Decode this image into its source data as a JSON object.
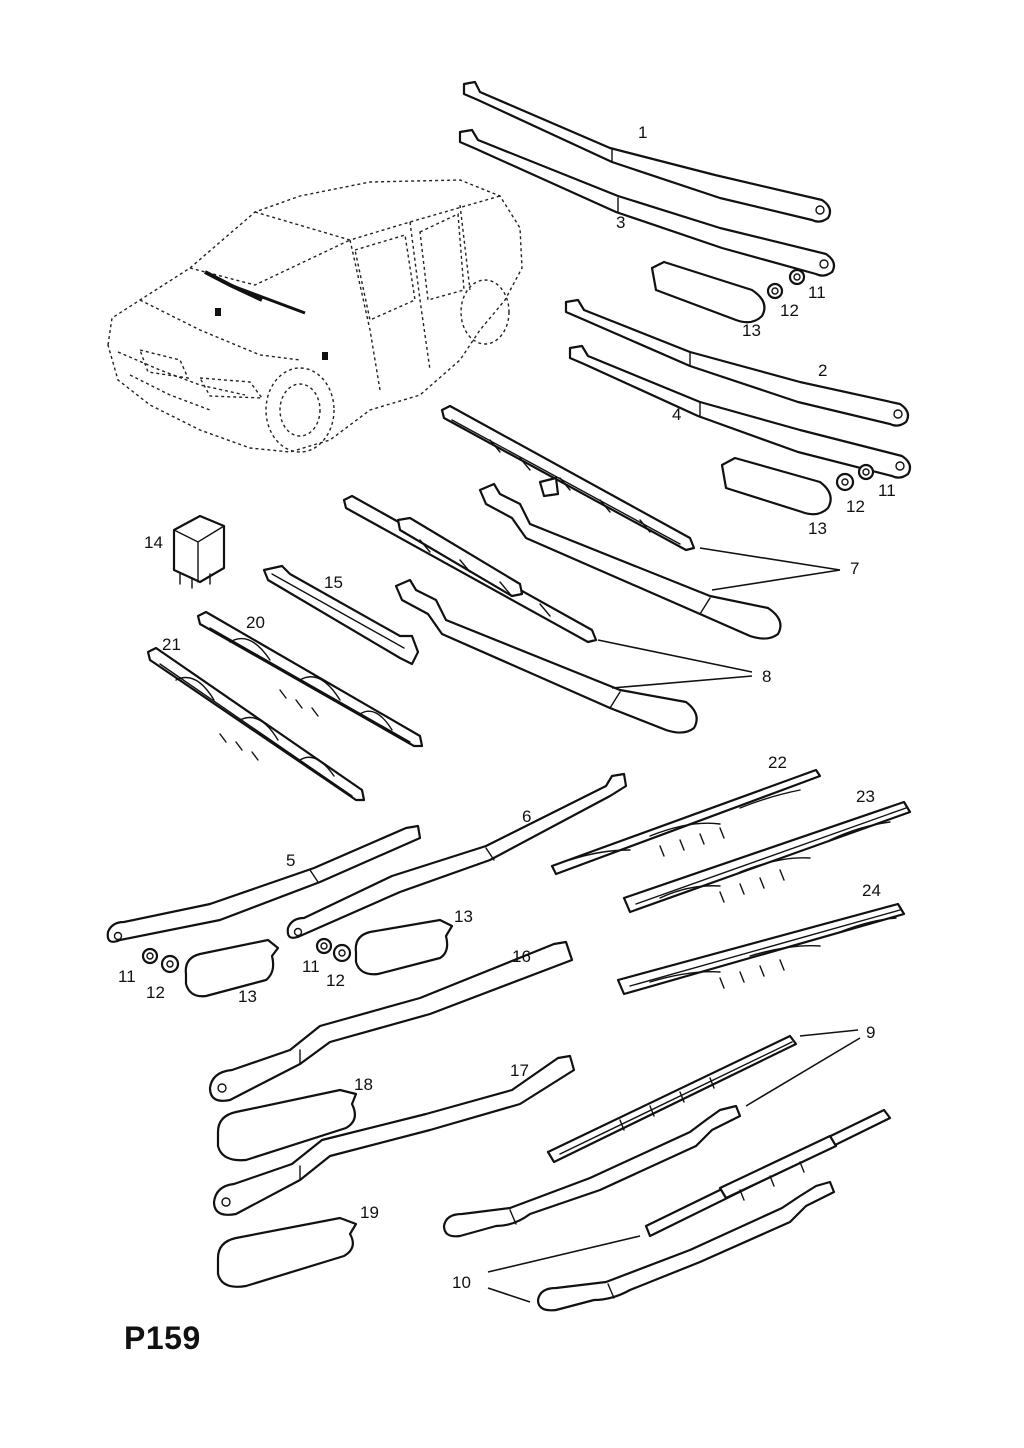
{
  "page_code": "P159",
  "callouts": {
    "c1": "1",
    "c2": "2",
    "c3": "3",
    "c4": "4",
    "c5": "5",
    "c6": "6",
    "c7": "7",
    "c8": "8",
    "c9": "9",
    "c10": "10",
    "c11": "11",
    "c12": "12",
    "c13": "13",
    "c14": "14",
    "c15": "15",
    "c16": "16",
    "c17": "17",
    "c18": "18",
    "c19": "19",
    "c20": "20",
    "c21": "21",
    "c22": "22",
    "c23": "23",
    "c24": "24"
  }
}
